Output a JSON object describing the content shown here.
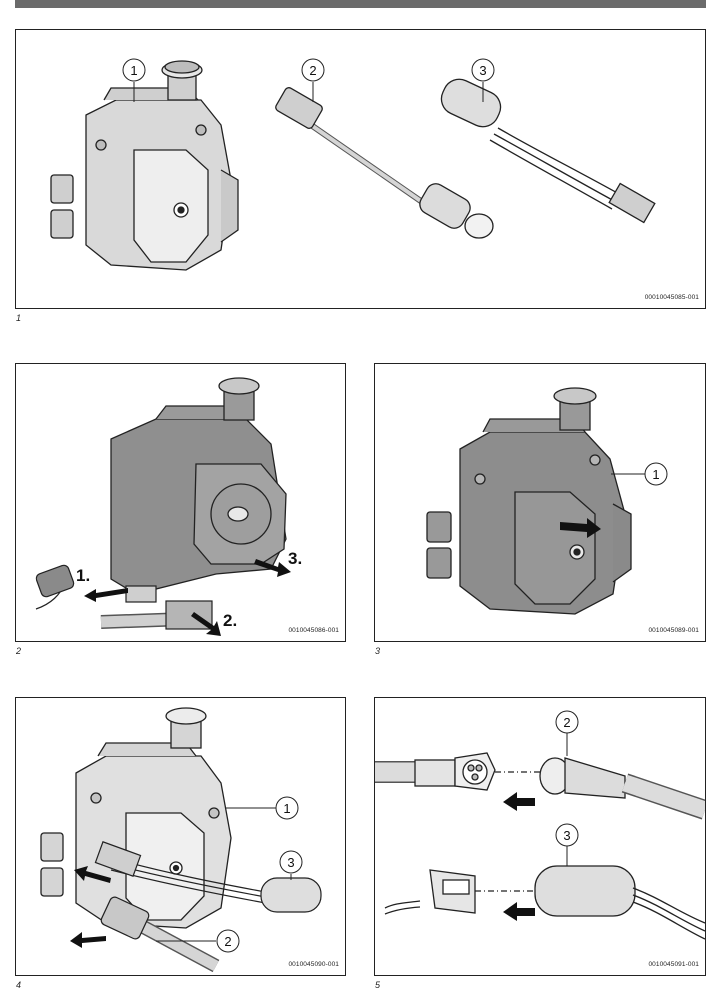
{
  "figures": [
    {
      "number": "1",
      "ref": "00010045085-001",
      "callouts": [
        "1",
        "2",
        "3"
      ]
    },
    {
      "number": "2",
      "ref": "0010045086-001",
      "steps": [
        "1.",
        "2.",
        "3."
      ]
    },
    {
      "number": "3",
      "ref": "0010045089-001",
      "callouts": [
        "1"
      ]
    },
    {
      "number": "4",
      "ref": "0010045090-001",
      "callouts": [
        "1",
        "3",
        "2"
      ]
    },
    {
      "number": "5",
      "ref": "0010045091-001",
      "callouts": [
        "2",
        "3"
      ]
    }
  ]
}
